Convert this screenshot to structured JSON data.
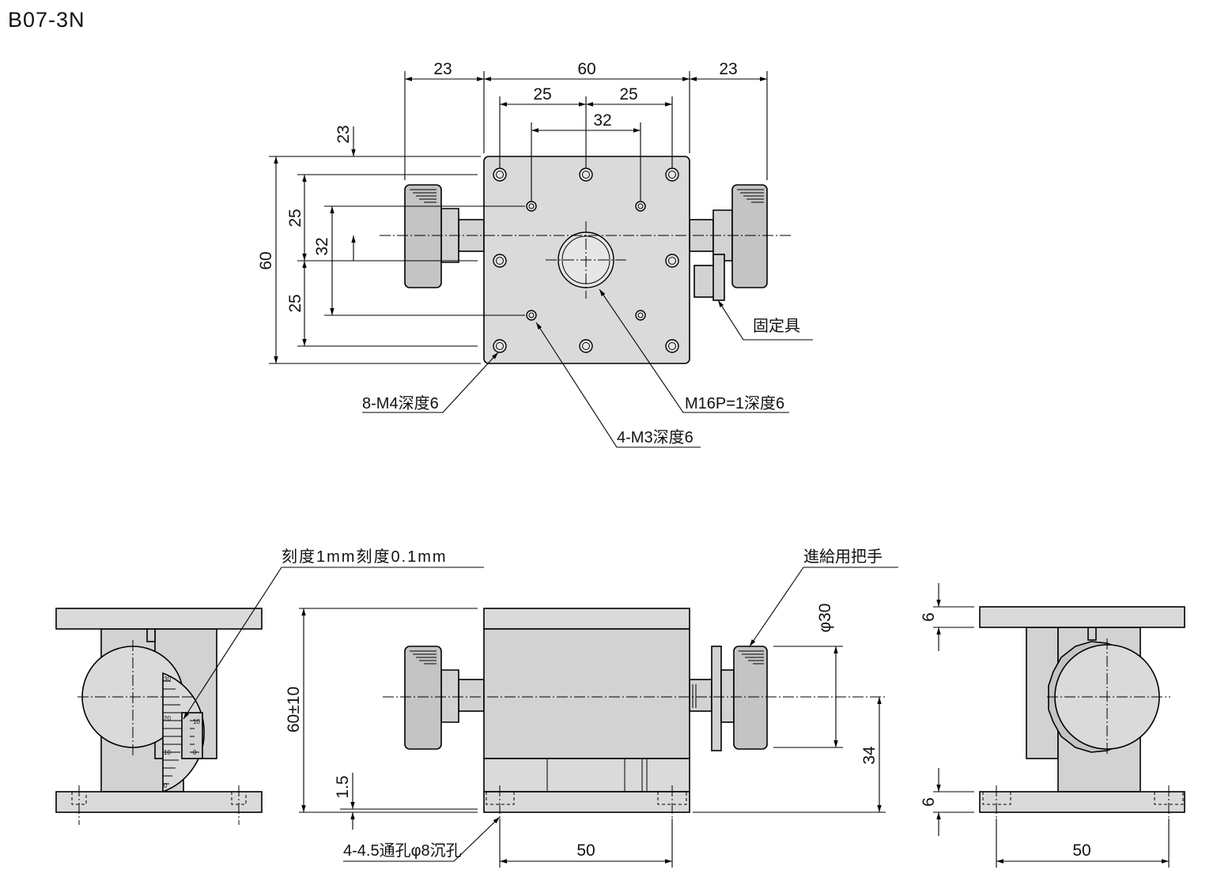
{
  "title": "B07-3N",
  "dimensions": {
    "top_left_overhang": "23",
    "top_width": "60",
    "top_right_overhang": "23",
    "hole_pitch_left": "25",
    "hole_pitch_right": "25",
    "hole_pitch_inner": "32",
    "knob_offset": "23",
    "height_total": "60",
    "v_pitch_upper": "25",
    "v_pitch_inner": "32",
    "v_pitch_lower": "25",
    "height_range": "60±10",
    "knob_diameter": "φ30",
    "axis_height": "34",
    "base_thickness_step": "1.5",
    "base_hole_pitch": "50",
    "side_top_thickness": "6",
    "side_base_thickness": "6",
    "side_hole_pitch": "50"
  },
  "callouts": {
    "clamp": "固定具",
    "m4_holes": "8-M4深度6",
    "m16_hole": "M16P=1深度6",
    "m3_holes": "4-M3深度6",
    "scale": "刻度1mm刻度0.1mm",
    "feed_knob": "進給用把手",
    "base_holes": "4-4.5通孔φ8沉孔"
  },
  "scale_ticks": {
    "vernier_30": "30",
    "vernier_20": "20",
    "vernier_10": "10",
    "vernier_0": "0",
    "main_10": "10",
    "main_0": "0"
  }
}
